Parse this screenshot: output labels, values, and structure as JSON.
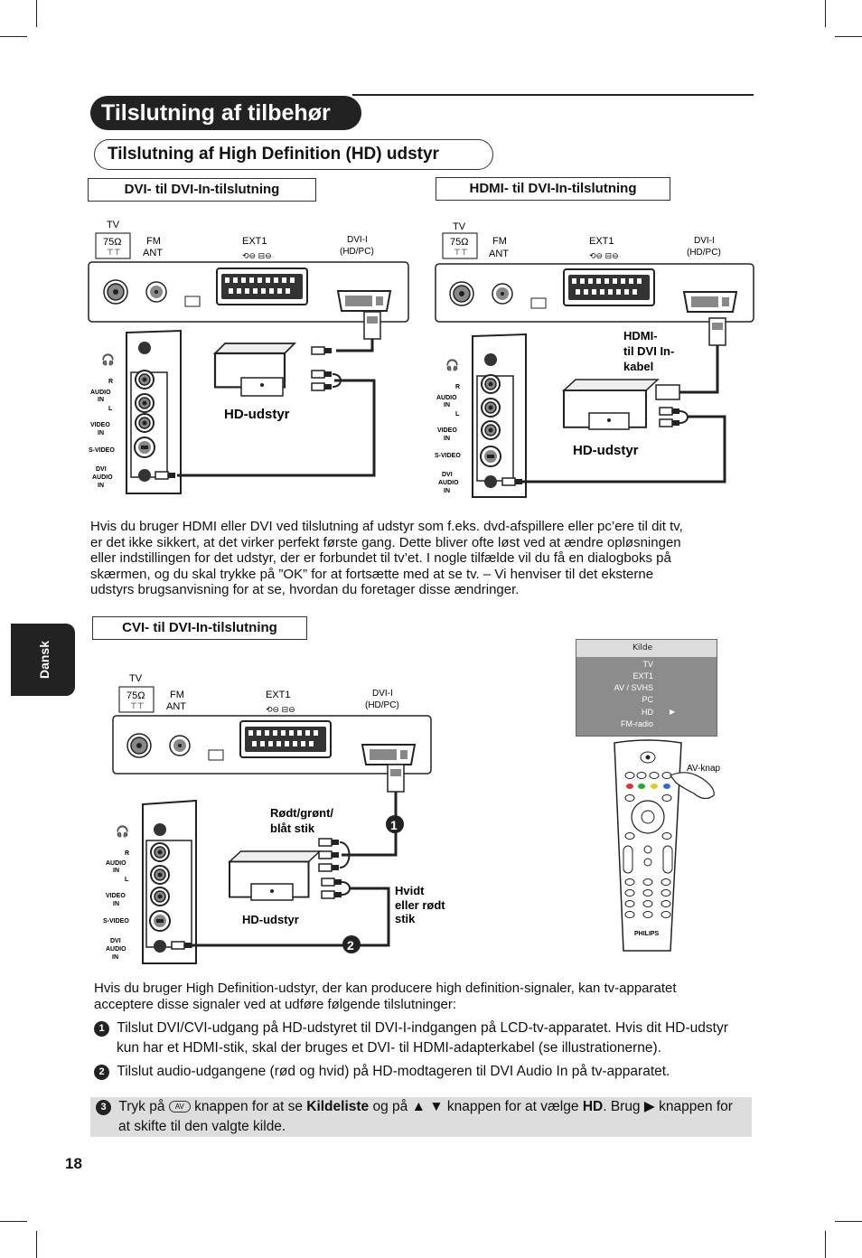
{
  "header": {
    "title": "Tilslutning af tilbehør",
    "subtitle": "Tilslutning af High Definition (HD) udstyr"
  },
  "sections": {
    "dvi_label": "DVI- til DVI-In-tilslutning",
    "hdmi_label": "HDMI- til DVI-In-tilslutning",
    "cvi_label": "CVI- til DVI-In-tilslutning"
  },
  "diagram": {
    "tv": "TV",
    "ohm": "75Ω",
    "fm": "FM",
    "ant": "ANT",
    "ext1": "EXT1",
    "dvi_i": "DVI-I",
    "hdpc": "(HD/PC)",
    "audio": "AUDIO",
    "in": "IN",
    "r": "R",
    "l": "L",
    "video": "VIDEO",
    "svideo": "S-VIDEO",
    "dvi": "DVI",
    "hd_device": "HD-udstyr",
    "hdmi_cable_1": "HDMI-",
    "hdmi_cable_2": "til DVI In-",
    "hdmi_cable_3": "kabel",
    "rgb_1": "Rødt/grønt/",
    "rgb_2": "blåt stik",
    "white_1": "Hvidt",
    "white_2": "eller rødt",
    "white_3": "stik",
    "av_key": "AV-knap",
    "philips": "PHILIPS",
    "callout_1": "1",
    "callout_2": "2"
  },
  "menu": {
    "title": "Kilde",
    "items": [
      "TV",
      "EXT1",
      "AV / SVHS",
      "PC",
      "HD",
      "FM-radio"
    ],
    "selected_index": 4
  },
  "text": {
    "para1_l1": "Hvis du bruger HDMI eller DVI ved tilslutning af udstyr som f.eks. dvd-afspillere eller pc’ere til dit tv,",
    "para1_l2": "er det ikke sikkert, at det virker perfekt første gang. Dette bliver ofte løst ved at ændre opløsningen",
    "para1_l3": "eller indstillingen for det udstyr, der er forbundet til tv’et. I nogle tilfælde vil du få en dialogboks på",
    "para1_l4": "skærmen, og du skal trykke på ”OK” for at fortsætte med at se tv. – Vi henviser til det eksterne",
    "para1_l5": "udstyrs brugsanvisning for at se, hvordan du foretager disse ændringer.",
    "para2_l1": "Hvis du bruger High Definition-udstyr, der kan producere high definition-signaler, kan tv-apparatet",
    "para2_l2": "acceptere disse signaler ved at udføre følgende tilslutninger:",
    "step1_num": "1",
    "step1_l1": "Tilslut DVI/CVI-udgang på HD-udstyret til DVI-I-indgangen på LCD-tv-apparatet. Hvis dit HD-udstyr",
    "step1_l2": "kun har et HDMI-stik, skal der bruges et DVI- til HDMI-adapterkabel (se illustrationerne).",
    "step2_num": "2",
    "step2": "Tilslut audio-udgangene (rød og hvid) på HD-modtageren til DVI Audio In på tv-apparatet.",
    "step3_num": "3",
    "step3_a": "Tryk på",
    "step3_av": "AV",
    "step3_b": "knappen for at se",
    "step3_kildeliste": "Kildeliste",
    "step3_c": "og på ▲ ▼ knappen for at vælge",
    "step3_hd": "HD",
    "step3_d": ". Brug ▶ knappen for",
    "step3_l2": "at skifte til den valgte kilde."
  },
  "side_tab": "Dansk",
  "page_number": "18"
}
